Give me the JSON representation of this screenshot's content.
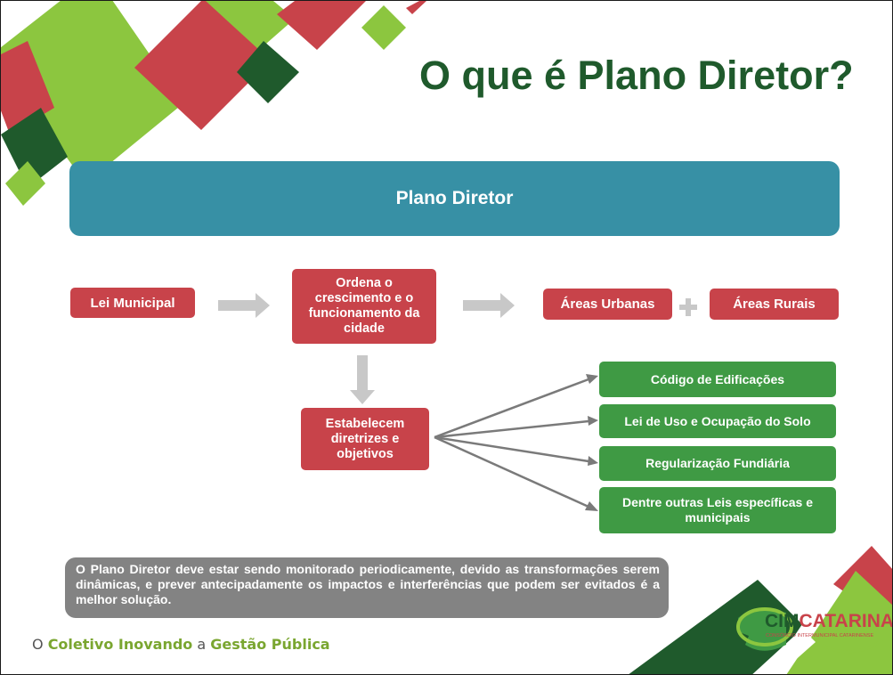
{
  "title": "O que é Plano Diretor?",
  "header": "Plano Diretor",
  "boxes": {
    "lei_municipal": "Lei Municipal",
    "ordena": "Ordena o crescimento e o funcionamento da cidade",
    "areas_urbanas": "Áreas Urbanas",
    "areas_rurais": "Áreas Rurais",
    "estabelecem": "Estabelecem diretrizes e objetivos",
    "codigo": "Código de Edificações",
    "lei_uso": "Lei de Uso e Ocupação do Solo",
    "regularizacao": "Regularização Fundiária",
    "dentre": "Dentre outras Leis específicas e municipais"
  },
  "note": "O Plano Diretor deve estar sendo monitorado periodicamente, devido as transformações serem dinâmicas, e prever antecipadamente os impactos e interferências que podem ser evitados é a melhor solução.",
  "tagline": {
    "w1": "O ",
    "w2": "Coletivo Inovando",
    "w3": " a ",
    "w4": "Gestão Pública"
  },
  "logo": {
    "part1": "CIM",
    "part2": "CATARINA",
    "sub": "CONSÓRCIO INTERMUNICIPAL CATARINENSE"
  },
  "colors": {
    "red": "#c8434a",
    "green": "#3f9a44",
    "dark_green": "#1f5a2c",
    "lime": "#8cc63f",
    "teal": "#3790a5",
    "gray": "#838383"
  }
}
